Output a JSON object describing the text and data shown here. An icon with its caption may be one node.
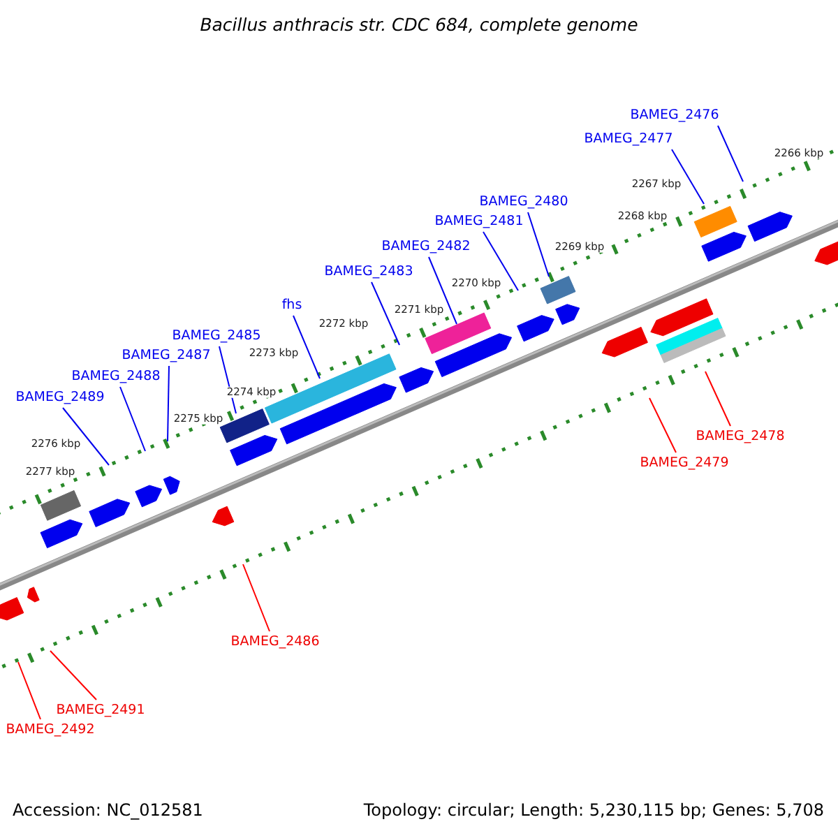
{
  "diagram": {
    "title": "Bacillus anthracis str. CDC 684, complete genome",
    "nodes": [
      {
        "text": [
          "BAMEG_2476"
        ]
      },
      {
        "text": [
          "BAMEG_2477"
        ]
      },
      {
        "text": [
          "BAMEG_2480"
        ]
      },
      {
        "text": [
          "BAMEG_2481"
        ]
      },
      {
        "text": [
          "BAMEG_2482"
        ]
      },
      {
        "text": [
          "BAMEG_2483"
        ]
      },
      {
        "text": [
          "fhs"
        ]
      },
      {
        "text": [
          "BAMEG_2485"
        ]
      },
      {
        "text": [
          "BAMEG_2487"
        ]
      },
      {
        "text": [
          "BAMEG_2488"
        ]
      },
      {
        "text": [
          "BAMEG_2489"
        ]
      },
      {
        "text": [
          "BAMEG_2478"
        ]
      },
      {
        "text": [
          "BAMEG_2479"
        ]
      },
      {
        "text": [
          "BAMEG_2486"
        ]
      },
      {
        "text": [
          "BAMEG_2491"
        ]
      },
      {
        "text": [
          "BAMEG_2492"
        ]
      }
    ],
    "edges": [
      {
        "from": 0,
        "to": null,
        "arrow": "none"
      },
      {
        "from": 1,
        "to": null,
        "arrow": "none"
      },
      {
        "from": 2,
        "to": null,
        "arrow": "none"
      },
      {
        "from": 3,
        "to": null,
        "arrow": "none"
      },
      {
        "from": 4,
        "to": null,
        "arrow": "none"
      },
      {
        "from": 5,
        "to": null,
        "arrow": "none"
      },
      {
        "from": 6,
        "to": null,
        "arrow": "none"
      },
      {
        "from": 7,
        "to": null,
        "arrow": "none"
      },
      {
        "from": 8,
        "to": null,
        "arrow": "none"
      },
      {
        "from": 9,
        "to": null,
        "arrow": "none"
      },
      {
        "from": 10,
        "to": null,
        "arrow": "none"
      },
      {
        "from": 11,
        "to": null,
        "arrow": "none",
        "color": "#ff0000"
      },
      {
        "from": 12,
        "to": null,
        "arrow": "none",
        "color": "#ff0000"
      },
      {
        "from": 13,
        "to": null,
        "arrow": "none",
        "color": "#ff0000"
      },
      {
        "from": 14,
        "to": null,
        "arrow": "none",
        "color": "#ff0000"
      },
      {
        "from": 15,
        "to": null,
        "arrow": "none",
        "color": "#ff0000"
      }
    ],
    "labels": [
      "2266 kbp",
      "2267 kbp",
      "2268 kbp",
      "2269 kbp",
      "2270 kbp",
      "2271 kbp",
      "2272 kbp",
      "2273 kbp",
      "2274 kbp",
      "2275 kbp",
      "2276 kbp",
      "2277 kbp",
      "Accession: NC_012581",
      "Topology: circular; Length: 5,230,115 bp; Genes: 5,708"
    ]
  }
}
